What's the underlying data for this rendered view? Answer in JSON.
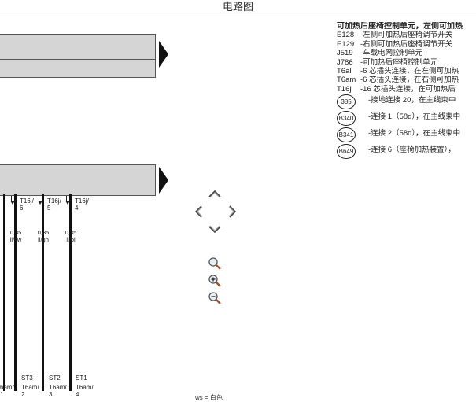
{
  "header": {
    "title": "电路图"
  },
  "diagram": {
    "pins_top": [
      {
        "label": "T16j/\n6"
      },
      {
        "label": "T16j/\n5"
      },
      {
        "label": "T16j/\n4"
      }
    ],
    "wire_labels": [
      {
        "gauge": "0,35",
        "color": "li/sw"
      },
      {
        "gauge": "0,35",
        "color": "li/gn"
      },
      {
        "gauge": "0,35",
        "color": "li/bl"
      }
    ],
    "pins_bottom": [
      {
        "st": "",
        "label": "6am/\n1"
      },
      {
        "st": "ST3",
        "label": "T6am/\n2"
      },
      {
        "st": "ST2",
        "label": "T6am/\n3"
      },
      {
        "st": "ST1",
        "label": "T6am/\n4"
      }
    ],
    "bottom_note": "ws = 白色"
  },
  "navigation": {
    "up": "chevron-up",
    "left": "chevron-left",
    "right": "chevron-right",
    "down": "chevron-down"
  },
  "zoom": {
    "fit": "magnifier",
    "in": "zoom-in",
    "out": "zoom-out"
  },
  "legend": {
    "title": "可加热后座椅控制单元，左侧可加热",
    "items": [
      {
        "code": "E128",
        "desc": "-左侧可加热后座椅调节开关"
      },
      {
        "code": "E129",
        "desc": "-右侧可加热后座椅调节开关"
      },
      {
        "code": "J519",
        "desc": "-车载电网控制单元"
      },
      {
        "code": "J786",
        "desc": "-可加热后座椅控制单元"
      },
      {
        "code": "T6al",
        "desc": "-6 芯插头连接，在左侧可加热"
      },
      {
        "code": "T6am",
        "desc": "-6 芯插头连接，在右侧可加热"
      },
      {
        "code": "T16j",
        "desc": "-16 芯插头连接，在可加热后"
      }
    ],
    "circled": [
      {
        "code": "385",
        "desc": "-接地连接 20，在主线束中"
      },
      {
        "code": "B340",
        "desc": "-连接 1（58d），在主线束中"
      },
      {
        "code": "B341",
        "desc": "-连接 2（58d），在主线束中"
      },
      {
        "code": "B649",
        "desc": "-连接 6（座椅加热装置），"
      }
    ]
  }
}
